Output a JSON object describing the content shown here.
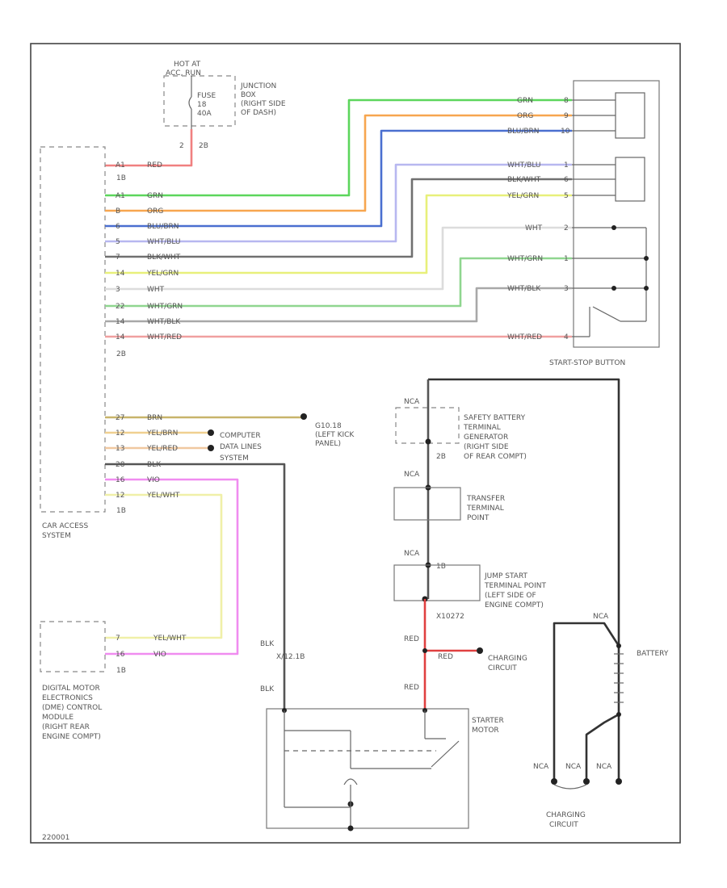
{
  "frame": {
    "footer_code": "220001"
  },
  "junction_box": {
    "hot_label": "HOT AT",
    "hot_label2": "ACC, RUN",
    "fuse_lines": [
      "FUSE",
      "18",
      "40A"
    ],
    "name_lines": [
      "JUNCTION",
      "BOX",
      "(RIGHT SIDE",
      "OF DASH)"
    ],
    "pin_top": "2",
    "pin_side": "2B"
  },
  "car_access": {
    "name_lines": [
      "CAR ACCESS",
      "SYSTEM"
    ],
    "pin_top": "1B",
    "pin_mid": "2B",
    "pin_bottom": "1B"
  },
  "start_stop": {
    "name": "START-STOP BUTTON"
  },
  "wires_top": [
    {
      "pin": "A1",
      "label": "RED",
      "color": "#f08080"
    },
    {
      "pin": "A1",
      "label": "GRN",
      "color": "#5cd65c",
      "right_label": "GRN",
      "right_pin": "8"
    },
    {
      "pin": "B",
      "label": "ORG",
      "color": "#f7a64f",
      "right_label": "ORG",
      "right_pin": "9"
    },
    {
      "pin": "6",
      "label": "BLU/BRN",
      "color": "#4a6fd0",
      "right_label": "BLU/BRN",
      "right_pin": "10"
    },
    {
      "pin": "5",
      "label": "WHT/BLU",
      "color": "#b7b7f0",
      "right_label": "WHT/BLU",
      "right_pin": "1"
    },
    {
      "pin": "7",
      "label": "BLK/WHT",
      "color": "#707070",
      "right_label": "BLK/WHT",
      "right_pin": "6"
    },
    {
      "pin": "14",
      "label": "YEL/GRN",
      "color": "#e8f07a",
      "right_label": "YEL/GRN",
      "right_pin": "5"
    },
    {
      "pin": "3",
      "label": "WHT",
      "color": "#dcdcdc",
      "right_label": "WHT",
      "right_pin": "2"
    },
    {
      "pin": "22",
      "label": "WHT/GRN",
      "color": "#8fd68f",
      "right_label": "WHT/GRN",
      "right_pin": "1"
    },
    {
      "pin": "14",
      "label": "WHT/BLK",
      "color": "#a8a8a8",
      "right_label": "WHT/BLK",
      "right_pin": "3"
    },
    {
      "pin": "14",
      "label": "WHT/RED",
      "color": "#f0a0a0",
      "right_label": "WHT/RED",
      "right_pin": "4"
    }
  ],
  "wires_bottom": [
    {
      "pin": "27",
      "label": "BRN",
      "color": "#c8b46a"
    },
    {
      "pin": "12",
      "label": "YEL/BRN",
      "color": "#f0d090"
    },
    {
      "pin": "13",
      "label": "YEL/RED",
      "color": "#f0c8a0"
    },
    {
      "pin": "28",
      "label": "BLK",
      "color": "#555555"
    },
    {
      "pin": "16",
      "label": "VIO",
      "color": "#f08cf0"
    },
    {
      "pin": "12",
      "label": "YEL/WHT",
      "color": "#f0f0a8"
    }
  ],
  "ground": {
    "name": "G10.18",
    "name_lines": [
      "(LEFT KICK",
      "PANEL)"
    ]
  },
  "data_lines": {
    "name_lines": [
      "COMPUTER",
      "DATA LINES",
      "SYSTEM"
    ]
  },
  "dme": {
    "pin1": "7",
    "pin2": "16",
    "wire1": "YEL/WHT",
    "wire2": "VIO",
    "pin_bottom": "1B",
    "name_lines": [
      "DIGITAL MOTOR",
      "ELECTRONICS",
      "(DME) CONTROL",
      "MODULE",
      "(RIGHT REAR",
      "ENGINE COMPT)"
    ]
  },
  "safety_battery": {
    "nca": "NCA",
    "pin": "2B",
    "name_lines": [
      "SAFETY BATTERY",
      "TERMINAL",
      "GENERATOR",
      "(RIGHT SIDE",
      "OF REAR COMPT)"
    ]
  },
  "transfer_point": {
    "nca": "NCA",
    "name_lines": [
      "TRANSFER",
      "TERMINAL",
      "POINT"
    ]
  },
  "jump_start": {
    "nca": "NCA",
    "pin": "1B",
    "name_lines": [
      "JUMP START",
      "TERMINAL POINT",
      "(LEFT SIDE OF",
      "ENGINE COMPT)"
    ],
    "sub_pin": "X10272"
  },
  "charging": {
    "wire": "RED",
    "name_lines": [
      "CHARGING",
      "CIRCUIT"
    ]
  },
  "starter": {
    "wire1": "RED",
    "wire2": "RED",
    "blk1": "BLK",
    "blk2": "BLK",
    "pin_label": "X/12.1B",
    "name_lines": [
      "STARTER",
      "MOTOR"
    ]
  },
  "battery": {
    "nca": "NCA",
    "name": "BATTERY"
  },
  "charging_bottom": {
    "nca_labels": [
      "NCA",
      "NCA",
      "NCA"
    ],
    "name_lines": [
      "CHARGING",
      "CIRCUIT"
    ]
  },
  "colors": {
    "red": "#e04040",
    "frame": "#555555",
    "black": "#333333"
  }
}
